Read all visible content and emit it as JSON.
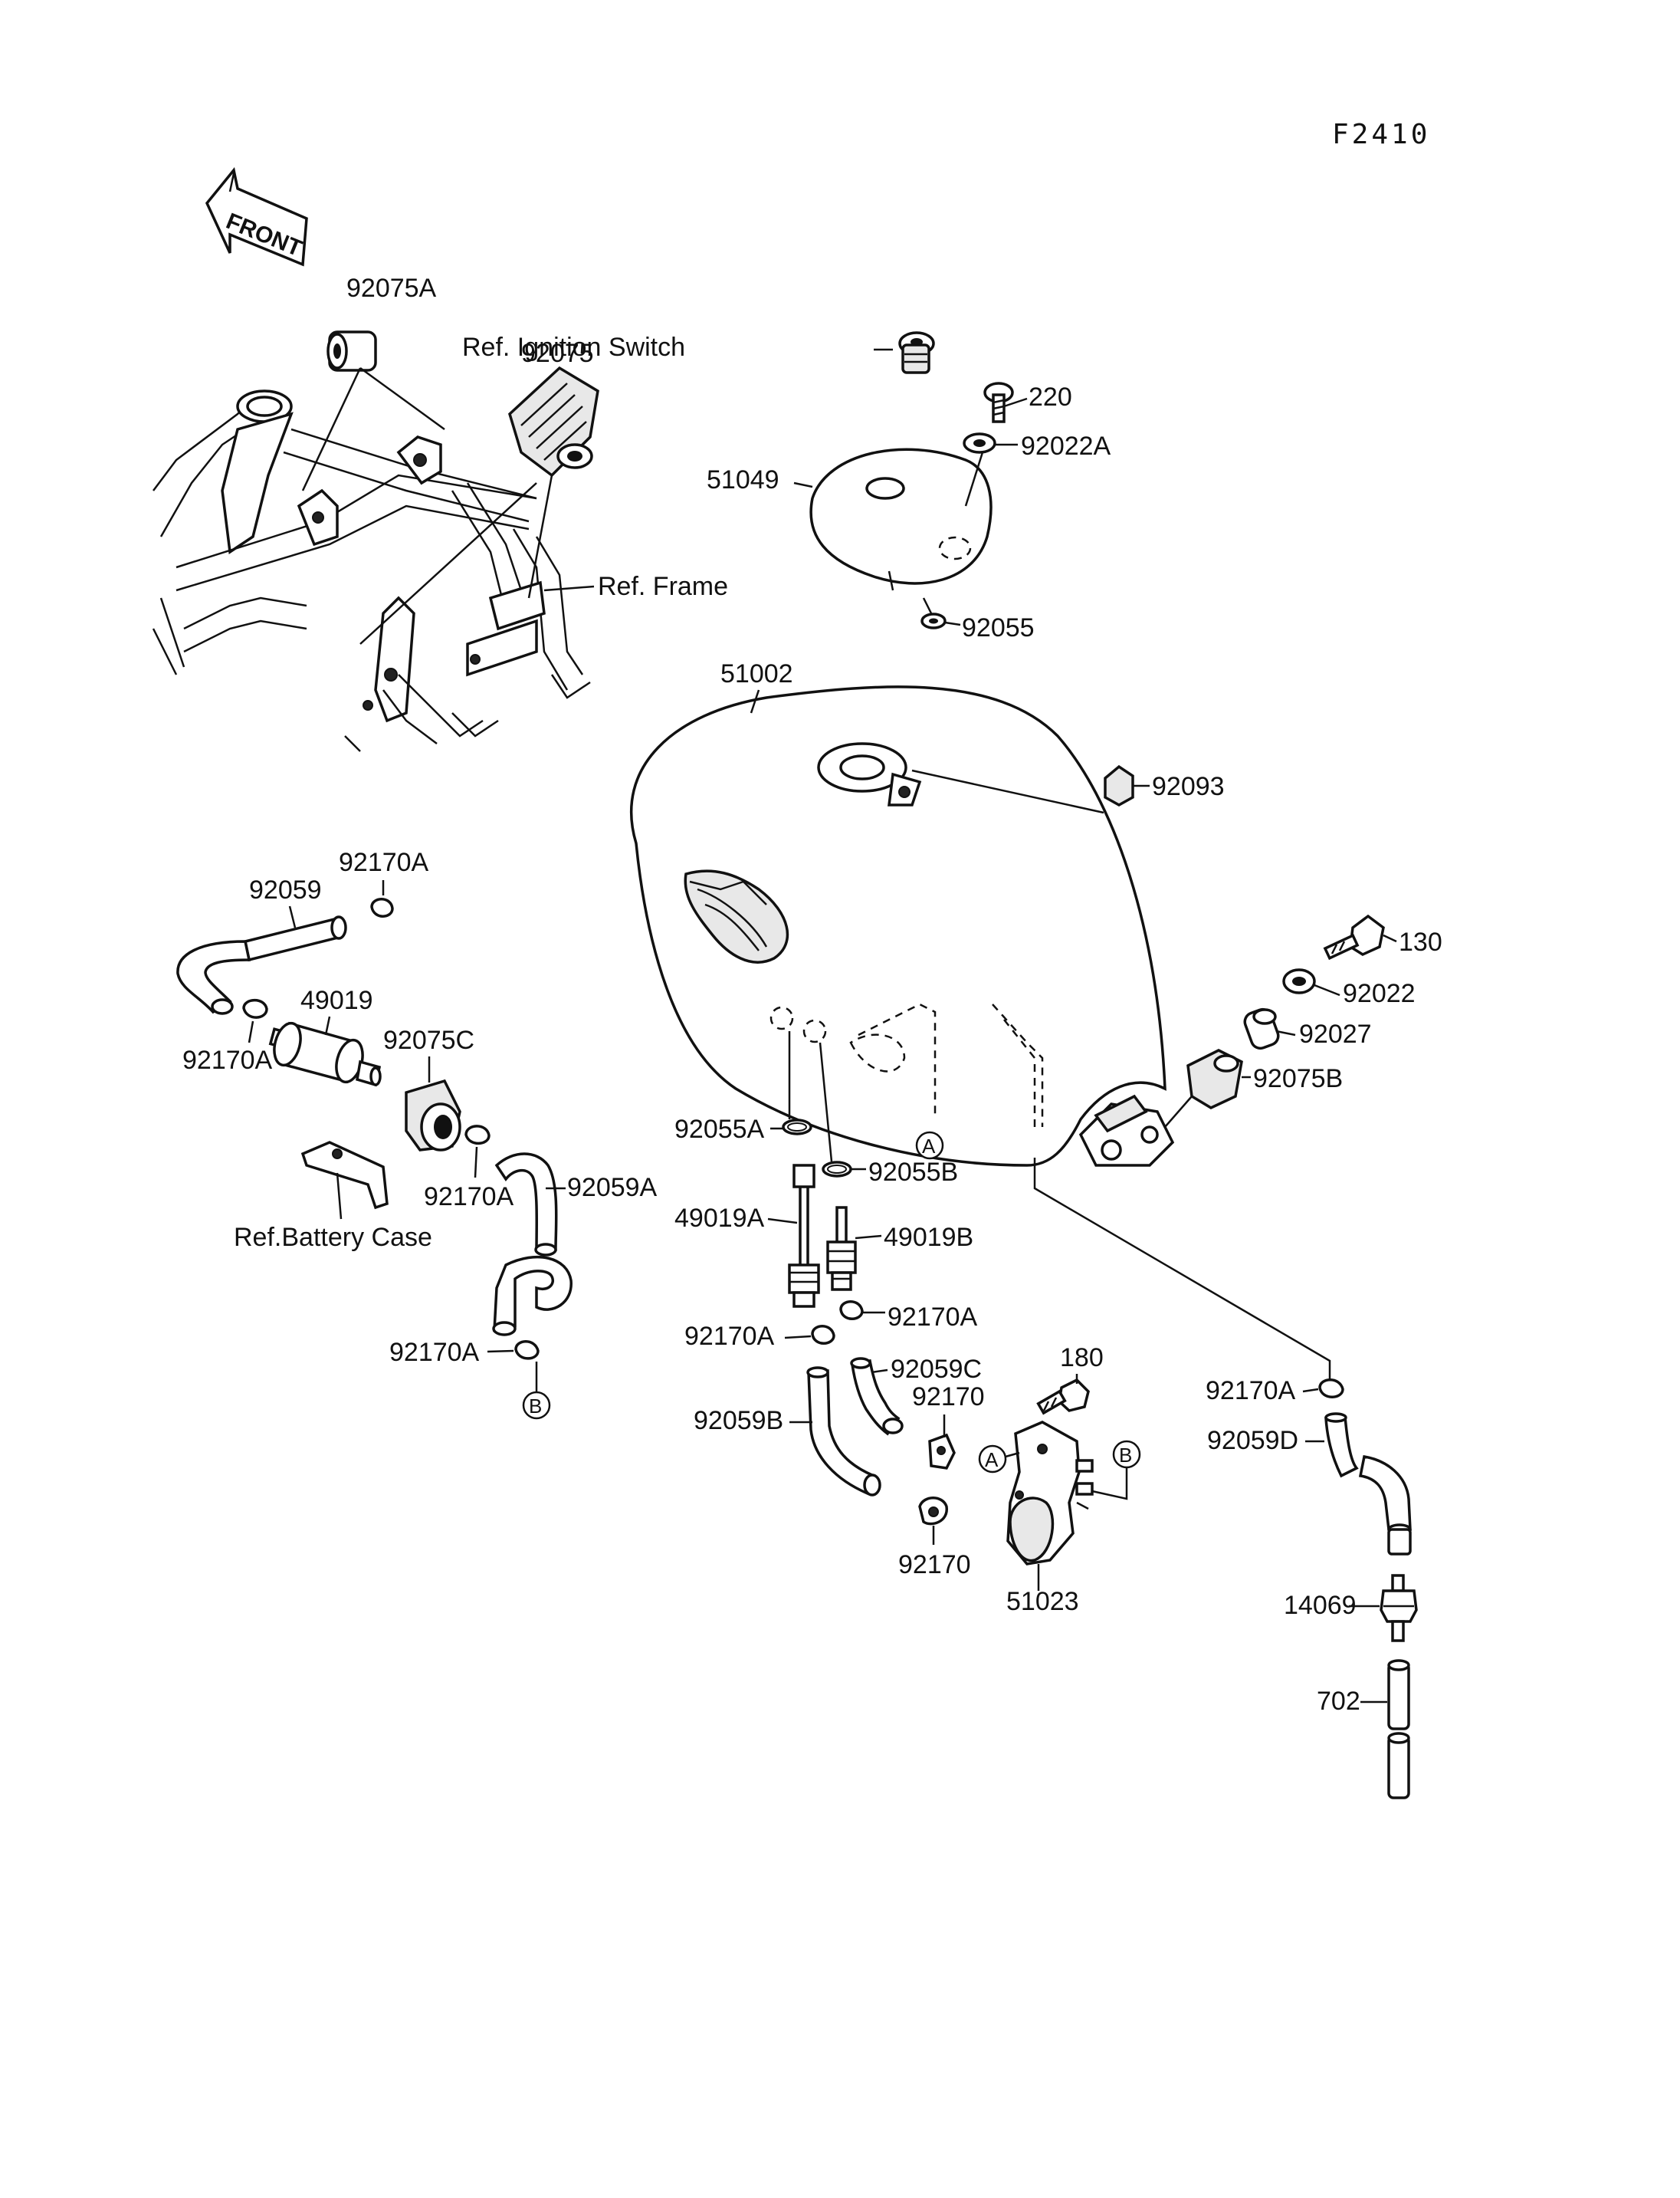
{
  "figure_code": "F2410",
  "front_arrow_text": "FRONT",
  "labels": {
    "p92075A": "92075A",
    "p92075": "92075",
    "ref_ignition": "Ref. Ignition Switch",
    "p220": "220",
    "p92022A": "92022A",
    "p51049": "51049",
    "ref_frame": "Ref. Frame",
    "p92055": "92055",
    "p51002": "51002",
    "p92093": "92093",
    "p92059": "92059",
    "p92170A_top": "92170A",
    "p49019": "49019",
    "p92170A_left": "92170A",
    "p92075C": "92075C",
    "p92170A_mid": "92170A",
    "p92059A": "92059A",
    "ref_battery": "Ref.Battery Case",
    "p92170A_bot": "92170A",
    "p130": "130",
    "p92022": "92022",
    "p92027": "92027",
    "p92075B": "92075B",
    "p92055A": "92055A",
    "p92055B": "92055B",
    "p49019A": "49019A",
    "p49019B": "49019B",
    "p92170A_c1": "92170A",
    "p92170A_c2": "92170A",
    "p92059C": "92059C",
    "p180": "180",
    "p92170_1": "92170",
    "p92059B": "92059B",
    "p92170_2": "92170",
    "p51023": "51023",
    "p92170A_right": "92170A",
    "p92059D": "92059D",
    "p14069": "14069",
    "p702": "702"
  },
  "markers": {
    "a1": "A",
    "a2": "A",
    "b1": "B",
    "b2": "B"
  }
}
